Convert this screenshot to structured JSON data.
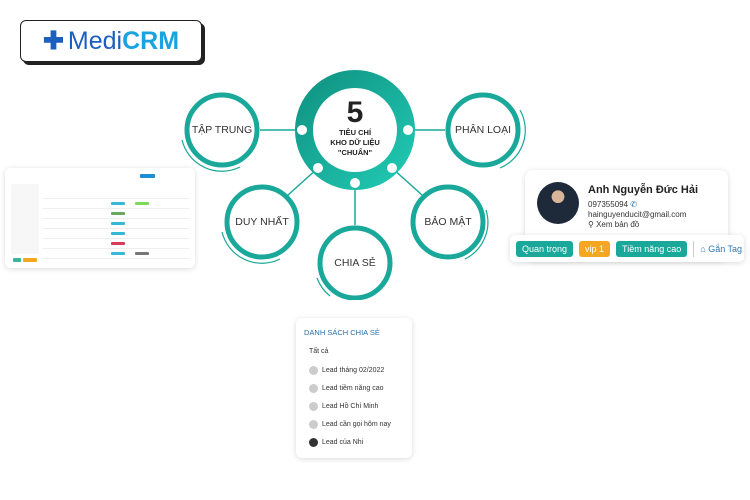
{
  "logo": {
    "text_medi": "Medi",
    "text_crm": "CRM"
  },
  "diagram": {
    "number": "5",
    "line1": "TIÊU CHÍ",
    "line2": "KHO DỮ LIỆU",
    "line3": "\"CHUẨN\"",
    "nodes": [
      "TẬP TRUNG",
      "PHÂN LOẠI",
      "DUY NHẤT",
      "CHIA SẺ",
      "BẢO MẬT"
    ],
    "color": "#1aa89a"
  },
  "profile": {
    "name": "Anh Nguyễn Đức Hải",
    "phone": "097355094",
    "email": "hainguyenducit@gmail.com",
    "map": "Xem bản đồ",
    "tags": [
      "Quan trọng",
      "vip 1",
      "Tiềm năng cao"
    ],
    "add_tag": "Gắn Tag"
  },
  "share_list": {
    "title": "DANH SÁCH CHIA SẺ",
    "all": "Tất cả",
    "items": [
      "Lead tháng 02/2022",
      "Lead tiềm năng cao",
      "Lead Hồ Chí Minh",
      "Lead cần gọi hôm nay",
      "Lead của Nhi"
    ]
  }
}
